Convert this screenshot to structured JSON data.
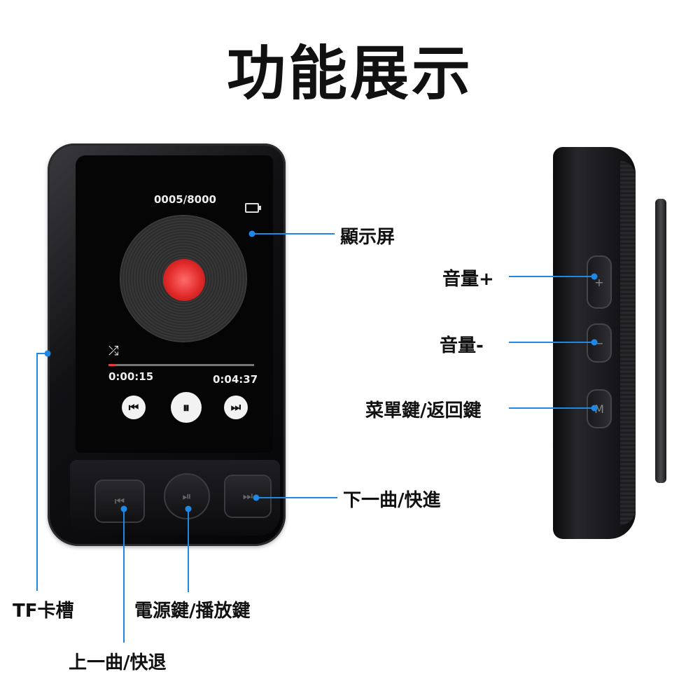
{
  "title": "功能展示",
  "screen": {
    "track_counter": "0005/8000",
    "elapsed": "0:00:15",
    "total": "0:04:37",
    "progress": 0.054,
    "colors": {
      "accent": "#e43a3a",
      "leader": "#1e88e5"
    }
  },
  "labels": {
    "display": "顯示屏",
    "tf_slot": "TF卡槽",
    "prev_rewind": "上一曲/快退",
    "power_play": "電源鍵/播放鍵",
    "next_forward": "下一曲/快進",
    "volume_up": "音量+",
    "volume_down": "音量-",
    "menu_back": "菜單鍵/返回鍵"
  },
  "icons": {
    "shuffle": "⤮",
    "prev": "⏮",
    "pause": "⏸",
    "next": "⏭",
    "play_pause": "⏯",
    "plus": "+",
    "minus": "−",
    "menu": "M"
  }
}
